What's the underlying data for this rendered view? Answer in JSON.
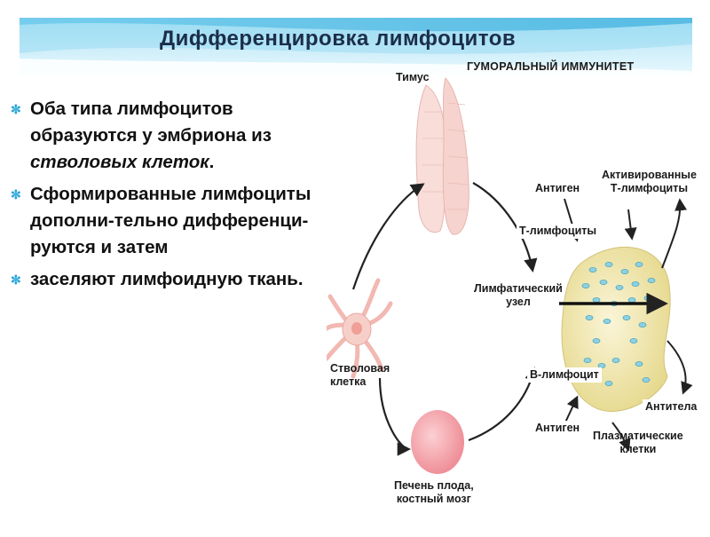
{
  "slide": {
    "title": "Дифференцировка лимфоцитов",
    "bullets": [
      {
        "before": "Оба типа лимфоцитов образуются у эмбриона из ",
        "emphasis": "стволовых клеток",
        "after": "."
      },
      {
        "before": "Сформированные лимфоциты дополни-тельно дифференци-руются и затем",
        "emphasis": "",
        "after": ""
      },
      {
        "before": " заселяют лимфоидную ткань.",
        "emphasis": "",
        "after": ""
      }
    ]
  },
  "diagram": {
    "header": "ГУМОРАЛЬНЫЙ ИММУНИТЕТ",
    "labels": {
      "thymus": "Тимус",
      "stem_cell": "Стволовая\nклетка",
      "fetal_liver": "Печень плода,\nкостный мозг",
      "antigen_top": "Антиген",
      "antigen_bottom": "Антиген",
      "activated_t": "Активированные\nТ-лимфоциты",
      "t_lymphocytes": "Т-лимфоциты",
      "lymph_node": "Лимфатический\nузел",
      "b_lymphocyte": "В-лимфоцит",
      "antibodies": "Антитела",
      "plasma_cells": "Плазматические\nклетки"
    }
  },
  "colors": {
    "banner_light": "#d8f1fb",
    "banner_mid": "#7fd0ee",
    "banner_dark": "#2aa6d8",
    "title_text": "#1b2e4a",
    "bullet_mark": "#2aa6d8",
    "thymus_fill": "#f7d6d2",
    "liver_fill": "#f4a0a6",
    "node_fill": "#f0e8b8",
    "node_dots": "#7ac5d8",
    "arrow": "#222222"
  },
  "icons": {
    "bullet": "asterisk-bullet-icon"
  }
}
